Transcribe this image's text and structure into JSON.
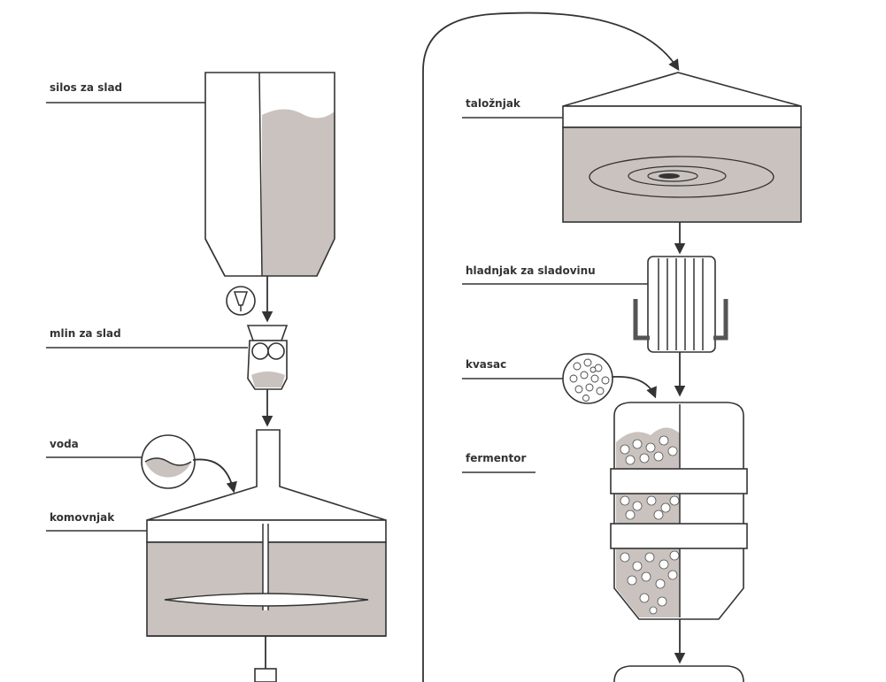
{
  "labels": {
    "silos": "silos za slad",
    "mlin": "mlin za slad",
    "voda": "voda",
    "komovnjak": "komovnjak",
    "taloznjak": "taložnjak",
    "hladnjak": "hladnjak za sladovinu",
    "kvasac": "kvasac",
    "fermentor": "fermentor"
  },
  "colors": {
    "line": "#333333",
    "liquid": "#c9c2be",
    "background": "#ffffff"
  }
}
